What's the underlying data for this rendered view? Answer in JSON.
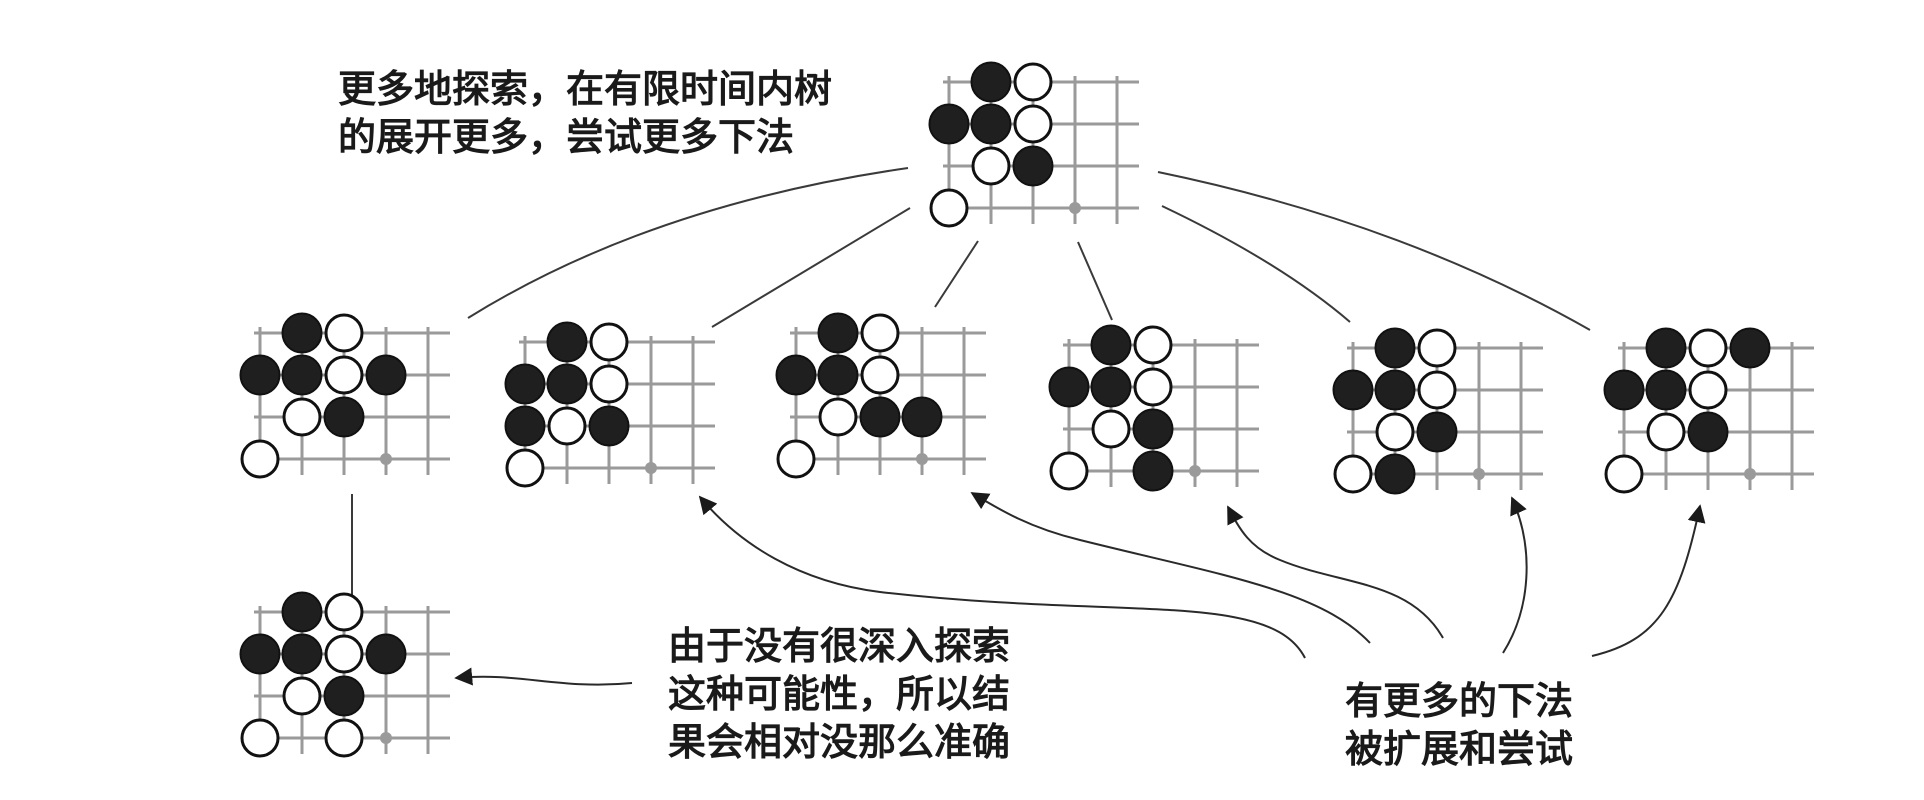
{
  "captions": {
    "top": {
      "line1": "更多地探索，在有限时间内树",
      "line2": "的展开更多，尝试更多下法"
    },
    "middle": {
      "line1": "由于没有很深入探索",
      "line2": "这种可能性，所以结",
      "line3": "果会相对没那么准确"
    },
    "right": {
      "line1": "有更多的下法",
      "line2": "被扩展和尝试"
    }
  },
  "colors": {
    "black_stone": "#1f1f1f",
    "white_stone": "#ffffff",
    "grid_line": "#9a9a9a",
    "star_point": "#9a9a9a",
    "edge_line": "#3a3a3a",
    "text": "#1a1a1a"
  },
  "boards": [
    {
      "id": "root",
      "black": [
        [
          1,
          0
        ],
        [
          0,
          1
        ],
        [
          1,
          1
        ],
        [
          2,
          2
        ]
      ],
      "white": [
        [
          2,
          0
        ],
        [
          2,
          1
        ],
        [
          1,
          2
        ],
        [
          0,
          3
        ]
      ]
    },
    {
      "id": "child-1",
      "black": [
        [
          1,
          0
        ],
        [
          0,
          1
        ],
        [
          1,
          1
        ],
        [
          3,
          1
        ],
        [
          2,
          2
        ]
      ],
      "white": [
        [
          2,
          0
        ],
        [
          2,
          1
        ],
        [
          1,
          2
        ],
        [
          0,
          3
        ]
      ]
    },
    {
      "id": "child-2",
      "black": [
        [
          1,
          0
        ],
        [
          0,
          1
        ],
        [
          1,
          1
        ],
        [
          0,
          2
        ],
        [
          2,
          2
        ]
      ],
      "white": [
        [
          2,
          0
        ],
        [
          2,
          1
        ],
        [
          1,
          2
        ],
        [
          0,
          3
        ]
      ]
    },
    {
      "id": "child-3",
      "black": [
        [
          1,
          0
        ],
        [
          0,
          1
        ],
        [
          1,
          1
        ],
        [
          2,
          2
        ],
        [
          3,
          2
        ]
      ],
      "white": [
        [
          2,
          0
        ],
        [
          2,
          1
        ],
        [
          1,
          2
        ],
        [
          0,
          3
        ]
      ]
    },
    {
      "id": "child-4",
      "black": [
        [
          1,
          0
        ],
        [
          0,
          1
        ],
        [
          1,
          1
        ],
        [
          2,
          2
        ],
        [
          2,
          3
        ]
      ],
      "white": [
        [
          2,
          0
        ],
        [
          2,
          1
        ],
        [
          1,
          2
        ],
        [
          0,
          3
        ]
      ]
    },
    {
      "id": "child-5",
      "black": [
        [
          1,
          0
        ],
        [
          0,
          1
        ],
        [
          1,
          1
        ],
        [
          2,
          2
        ],
        [
          1,
          3
        ]
      ],
      "white": [
        [
          2,
          0
        ],
        [
          2,
          1
        ],
        [
          1,
          2
        ],
        [
          0,
          3
        ]
      ]
    },
    {
      "id": "child-6",
      "black": [
        [
          1,
          0
        ],
        [
          3,
          0
        ],
        [
          0,
          1
        ],
        [
          1,
          1
        ],
        [
          2,
          2
        ]
      ],
      "white": [
        [
          2,
          0
        ],
        [
          2,
          1
        ],
        [
          1,
          2
        ],
        [
          0,
          3
        ]
      ]
    },
    {
      "id": "grandchild-1",
      "black": [
        [
          1,
          0
        ],
        [
          0,
          1
        ],
        [
          1,
          1
        ],
        [
          3,
          1
        ],
        [
          2,
          2
        ]
      ],
      "white": [
        [
          2,
          0
        ],
        [
          2,
          1
        ],
        [
          1,
          2
        ],
        [
          0,
          3
        ],
        [
          2,
          3
        ]
      ]
    }
  ]
}
